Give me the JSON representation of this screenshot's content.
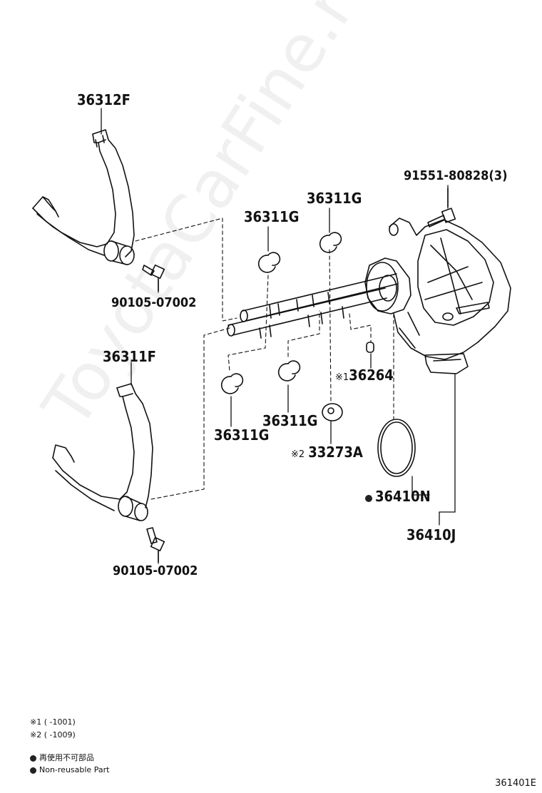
{
  "watermark": "ToyotaCarFine.ru",
  "labels": {
    "fork_upper": "36312F",
    "bolt_upper": "90105-07002",
    "ring_a": "36311G",
    "ring_b": "36311G",
    "bolt_top": "91551-80828(3)",
    "fork_lower": "36311F",
    "pin_prefix": "※1",
    "pin": "36264",
    "ring_c": "36311G",
    "ring_d": "36311G",
    "washer_prefix": "※2",
    "washer": "33273A",
    "oring": "36410N",
    "actuator": "36410J",
    "bolt_lower": "90105-07002"
  },
  "notes": {
    "n1_mark": "※1",
    "n1_range": "(      -1001)",
    "n2_mark": "※2",
    "n2_range": "(      -1009)",
    "nonreusable_jp": "再使用不可部品",
    "nonreusable_en": "Non-reusable Part"
  },
  "diagram_code": "361401E"
}
